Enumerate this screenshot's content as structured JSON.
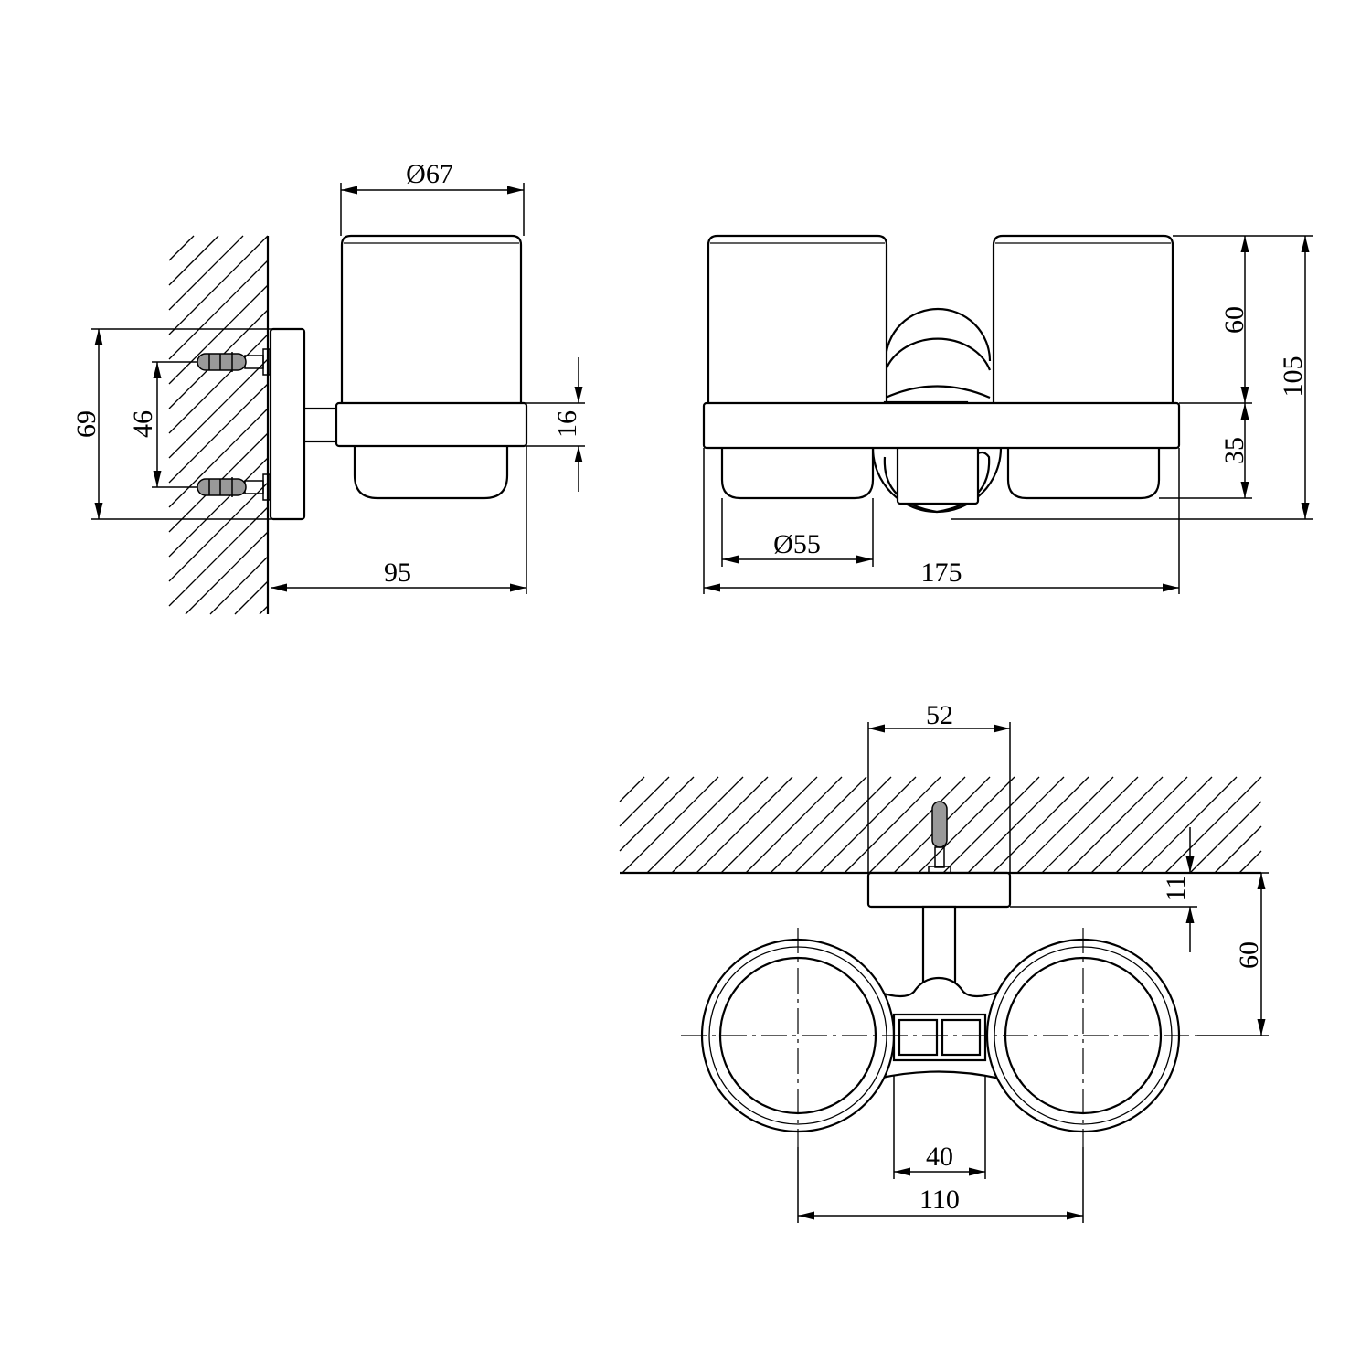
{
  "title": "Double tumbler holder – dimensional drawing",
  "side_view": {
    "dims": {
      "cup_diameter": "Ø67",
      "plate_height": "69",
      "screw_spacing": "46",
      "bar_thickness": "16",
      "depth": "95"
    }
  },
  "front_view": {
    "dims": {
      "glass_height": "60",
      "lower_height": "35",
      "total_height": "105",
      "bottom_diameter": "Ø55",
      "total_width": "175"
    }
  },
  "top_view": {
    "dims": {
      "plate_width": "52",
      "plate_thickness": "11",
      "center_depth": "60",
      "bridge_width": "40",
      "center_spacing": "110"
    }
  }
}
